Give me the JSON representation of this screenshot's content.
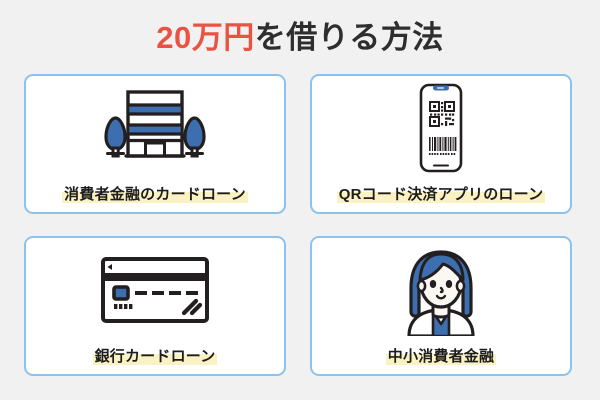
{
  "page": {
    "background_color": "#f1f1f1",
    "title": {
      "amount": "20万円",
      "rest": "を借りる方法",
      "amount_color": "#ea5343",
      "text_color": "#2e2e2e"
    }
  },
  "theme": {
    "card_border_color": "#8ec2ee",
    "card_background": "#ffffff",
    "highlight_color": "#fbf2c4",
    "icon_outline_color": "#231f20",
    "icon_accent_blue": "#3d6fb0",
    "phone_notch_blue": "#3d6fb0"
  },
  "cards": [
    {
      "label": "消費者金融のカードローン",
      "icon": "building-with-trees-icon"
    },
    {
      "label": "QRコード決済アプリのローン",
      "icon": "smartphone-qr-code-icon"
    },
    {
      "label": "銀行カードローン",
      "icon": "credit-card-icon"
    },
    {
      "label": "中小消費者金融",
      "icon": "person-avatar-icon"
    }
  ]
}
